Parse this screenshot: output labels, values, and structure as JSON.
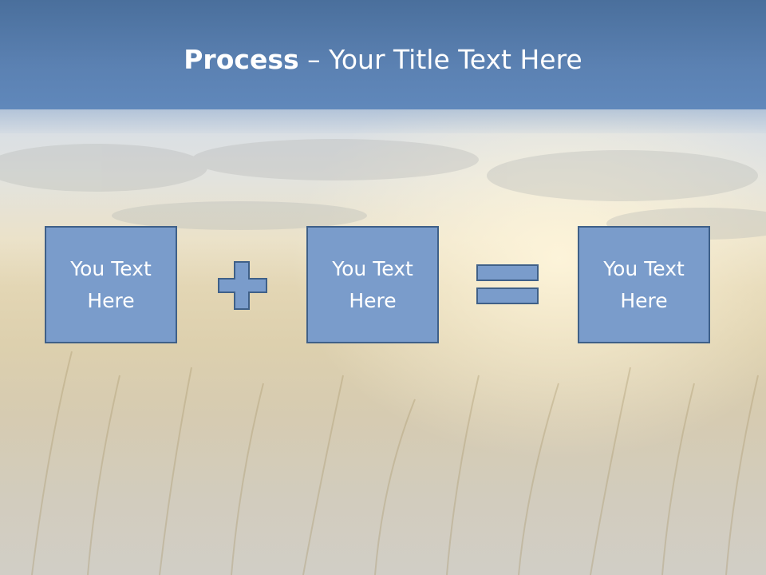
{
  "slide": {
    "title_bold": "Process",
    "title_dash": " – ",
    "title_rest": "Your Title Text Here"
  },
  "process": {
    "boxes": [
      {
        "text": "You Text Here"
      },
      {
        "text": "You Text Here"
      },
      {
        "text": "You Text Here"
      }
    ],
    "operators": [
      "plus-icon",
      "equals-icon"
    ]
  },
  "colors": {
    "title_bar": "#5b81b2",
    "box_fill": "#7a9ccb",
    "box_border": "#3f6088",
    "text": "#ffffff"
  }
}
